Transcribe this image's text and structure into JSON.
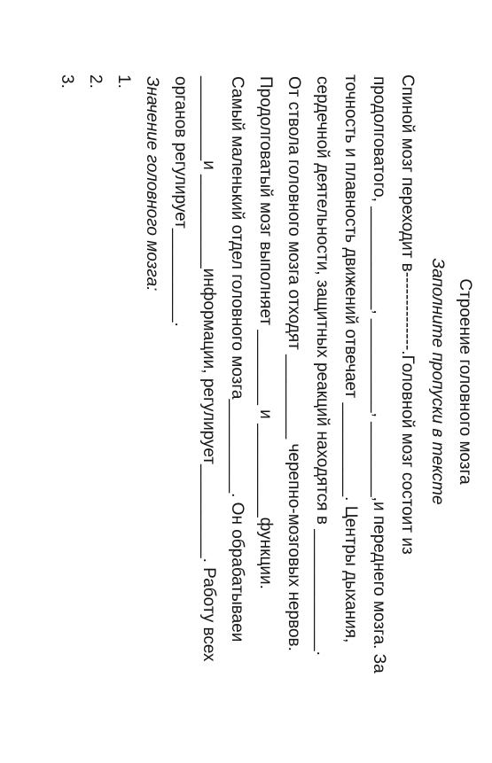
{
  "document": {
    "title": "Строение головного мозга",
    "subtitle": "Заполните пропуски в тексте",
    "lines": [
      "Спиной мозг переходит в--------------.Головной мозг состоит из",
      "продолговатого, ___________, __________, ________,и переднего мозга. За",
      "точность и плавность движений отвечает __________. Центры дыхания,",
      "сердечной деятельности, защитных реакций находятся в _____________.",
      "От ствола головного мозга отходят _________ черепно-мозговых нервов.",
      "Продолговатый мозг выполняет ________ и __________функции.",
      "Самый маленький отдел головного мозга__________. Он обрабатываеи",
      "_________и __________информации, регулирует__________. Работу всех",
      "органов регулирует__________."
    ],
    "section_heading": "Значение головного мозга:",
    "list": [
      "1.",
      "2.",
      "3."
    ]
  }
}
